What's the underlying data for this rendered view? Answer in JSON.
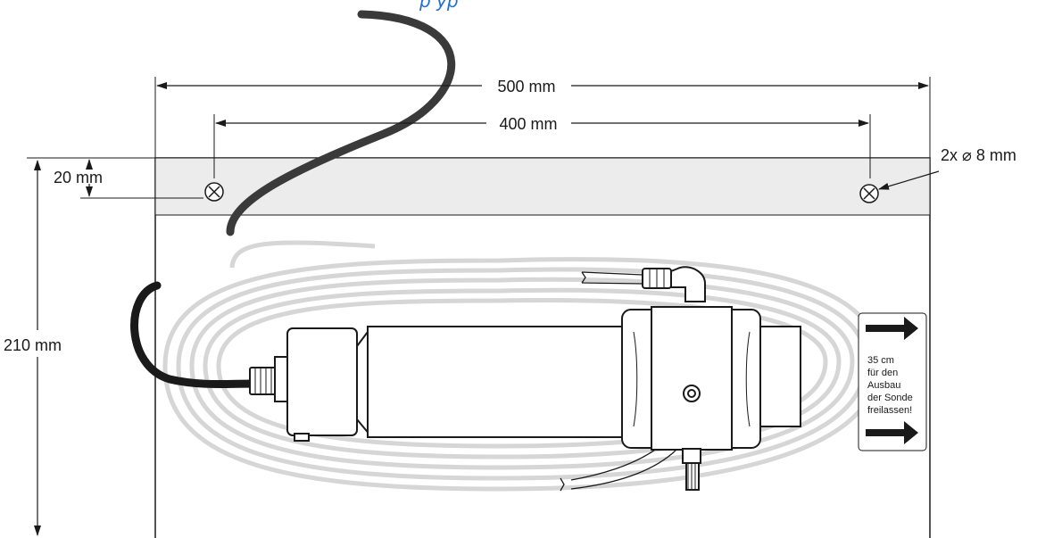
{
  "title_fragment": "p     yp",
  "dimensions": {
    "width_total": "500 mm",
    "hole_spacing": "400 mm",
    "top_offset": "20 mm",
    "height_total": "210 mm",
    "holes": "2x ⌀ 8 mm"
  },
  "side_label": {
    "lines": [
      "35 cm",
      "für den",
      "Ausbau",
      "der Sonde",
      "freilassen!"
    ]
  },
  "colors": {
    "title": "#1f6fd1",
    "cable_dark": "#3a3a3a",
    "coil": "#d6d6d6",
    "plate_band": "#ececec",
    "line": "#1a1a1a"
  },
  "icons": [
    "mounting-screw-icon",
    "arrow-right-icon"
  ]
}
